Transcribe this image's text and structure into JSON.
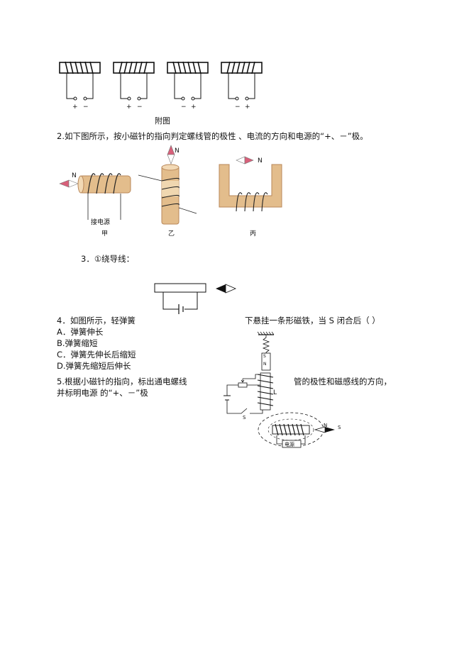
{
  "figure_top": {
    "coil_terminals": [
      {
        "left": "+",
        "right": "−"
      },
      {
        "left": "+",
        "right": "−"
      },
      {
        "left": "−",
        "right": "+"
      },
      {
        "left": "−",
        "right": "+"
      }
    ],
    "caption": "附图"
  },
  "q2": {
    "text": "2.如下图所示，按小磁针的指向判定螺线管的极性 、电流的方向和电源的“+、－”极。",
    "labels": {
      "n_a": "N",
      "power": "接电源",
      "jia": "甲",
      "n_b": "N",
      "yi": "乙",
      "n_c": "N",
      "bing": "丙"
    }
  },
  "q3": {
    "text": "3．①绕导线："
  },
  "q4": {
    "text_left": "4．如图所示，轻弹簧",
    "text_right": "下悬挂一条形磁铁，当 S 闭合后（   ）",
    "options": [
      "A．弹簧伸长",
      "B.弹簧缩短",
      "C．弹簧先伸长后缩短",
      "D.弹簧先缩短后伸长"
    ],
    "magnet_s": "S",
    "magnet_n": "N",
    "label_L": "L",
    "label_S": "S"
  },
  "q5": {
    "line1_left": "5.根据小磁针的指向，标出通电螺线",
    "line1_right": "管的极性和磁感线的方向，",
    "line2": "并标明电源   的“+、－”极",
    "needle_n": "N",
    "needle_s": "S",
    "box_label": "电源"
  },
  "colors": {
    "tan": "#e3bd8c",
    "tan_dark": "#b8875a",
    "needle_red": "#d8607a",
    "ink": "#111111"
  }
}
